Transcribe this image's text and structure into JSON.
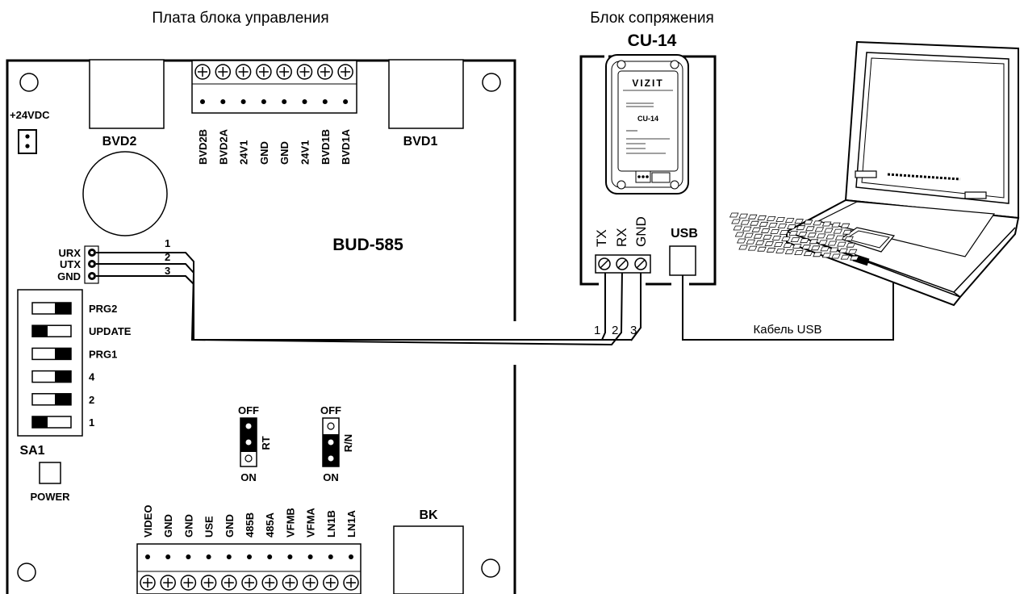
{
  "captions": {
    "control_board": "Плата блока управления",
    "interface_unit": "Блок сопряжения",
    "interface_model": "CU-14"
  },
  "board": {
    "model": "BUD-585",
    "power_in": "+24VDC",
    "bvd2": "BVD2",
    "bvd1": "BVD1",
    "top_terminals": [
      "BVD2B",
      "BVD2A",
      "24V1",
      "GND",
      "GND",
      "24V1",
      "BVD1B",
      "BVD1A"
    ],
    "uart_pins": [
      "URX",
      "UTX",
      "GND"
    ],
    "uart_wire_numbers": [
      "1",
      "2",
      "3"
    ],
    "dip_switch": {
      "name": "SA1",
      "labels": [
        "PRG2",
        "UPDATE",
        "PRG1",
        "4",
        "2",
        "1"
      ]
    },
    "power_led": "POWER",
    "jumper_rt": {
      "label": "RT",
      "off": "OFF",
      "on": "ON"
    },
    "jumper_rn": {
      "label": "R/N",
      "off": "OFF",
      "on": "ON"
    },
    "bottom_terminals": [
      "VIDEO",
      "GND",
      "GND",
      "USE",
      "GND",
      "485B",
      "485A",
      "VFMB",
      "VFMA",
      "LN1B",
      "LN1A"
    ],
    "bk": "BK"
  },
  "cu14": {
    "brand": "VIZIT",
    "model": "CU-14",
    "terminal_labels": [
      "TX",
      "RX",
      "GND"
    ],
    "usb": "USB",
    "wire_numbers": [
      "1",
      "2",
      "3"
    ]
  },
  "cable": {
    "label": "Кабель USB"
  }
}
